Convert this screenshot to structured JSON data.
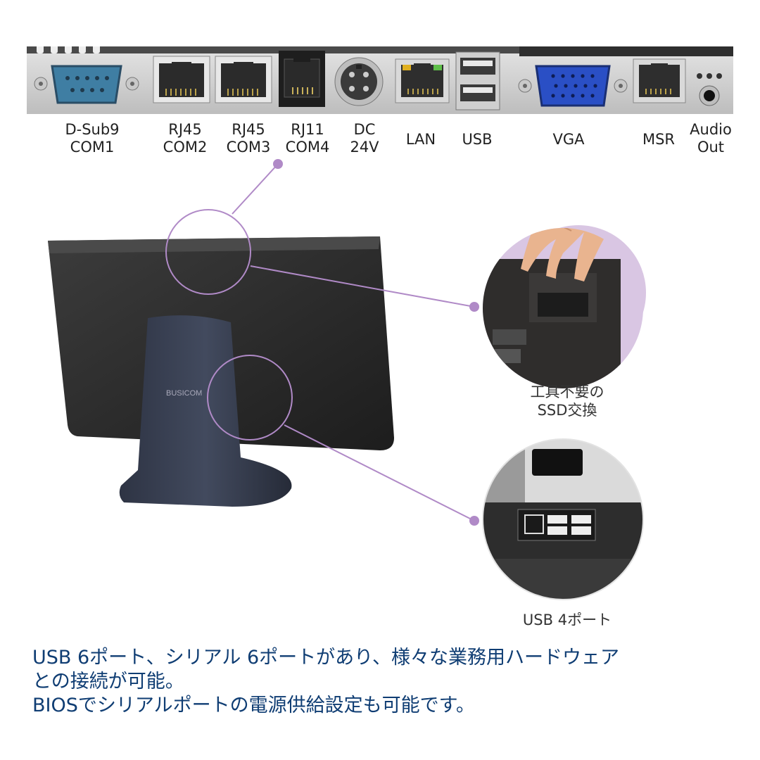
{
  "ports": [
    {
      "id": "dsub9",
      "label": "D-Sub9\nCOM1"
    },
    {
      "id": "rj45-com2",
      "label": "RJ45\nCOM2"
    },
    {
      "id": "rj45-com3",
      "label": "RJ45\nCOM3"
    },
    {
      "id": "rj11-com4",
      "label": "RJ11\nCOM4"
    },
    {
      "id": "dc",
      "label": "DC\n24V"
    },
    {
      "id": "lan",
      "label": "LAN"
    },
    {
      "id": "usb",
      "label": "USB"
    },
    {
      "id": "vga",
      "label": "VGA"
    },
    {
      "id": "msr",
      "label": "MSR"
    },
    {
      "id": "audio",
      "label": "Audio\nOut"
    }
  ],
  "brand": "BUSICOM",
  "callouts": {
    "ssd": "工具不要の\nSSD交換",
    "usb4": "USB 4ポート"
  },
  "description": "USB 6ポート、シリアル 6ポートがあり、様々な業務用ハードウェア\nとの接続が可能。\nBIOSでシリアルポートの電源供給設定も可能です。",
  "colors": {
    "accent_line": "#b08ac7",
    "accent_bg": "#d9c6e3",
    "text_blue": "#0f3d73"
  }
}
